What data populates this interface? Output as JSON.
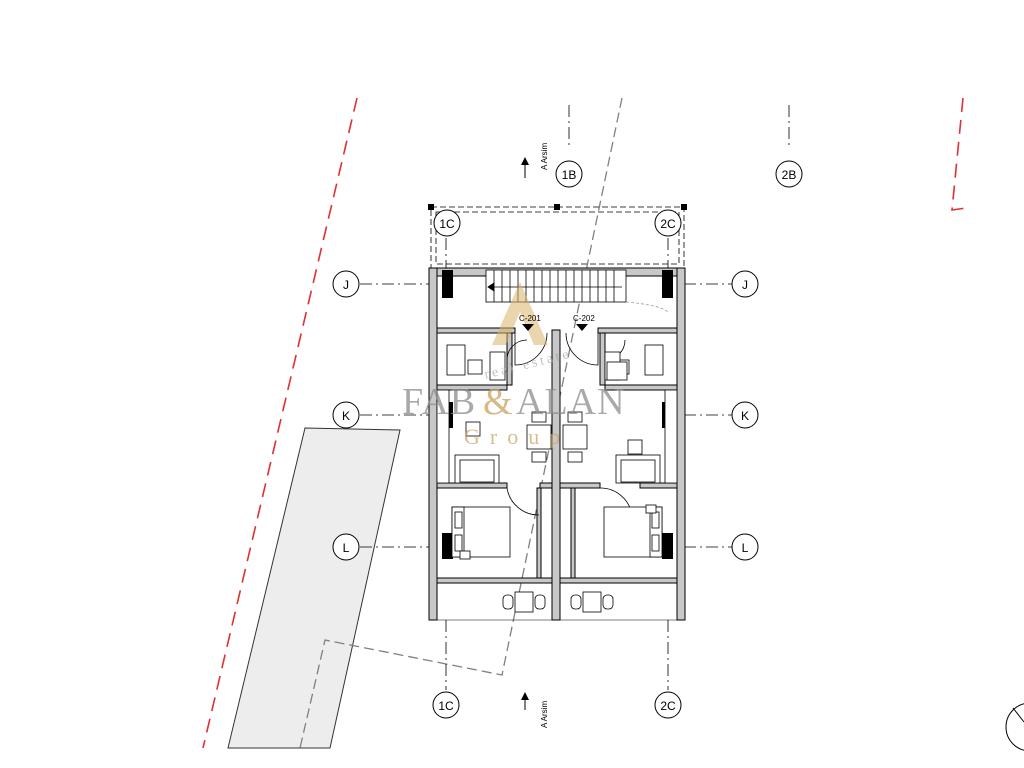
{
  "grid": {
    "columns": {
      "b1": "1B",
      "b2": "2B",
      "c1": "1C",
      "c2": "2C"
    },
    "rows": {
      "j": "J",
      "k": "K",
      "l": "L"
    }
  },
  "rooms": {
    "unit_1": "C-201",
    "unit_2": "C-202"
  },
  "section_markers": {
    "top": "A Arsim",
    "bottom": "A Arsim"
  },
  "watermark": {
    "brand_left": "FAB",
    "brand_amp": "&",
    "brand_right": "ALAN",
    "group": "Group",
    "sub": "real estate"
  },
  "colors": {
    "property_line": "#e03030",
    "section_line": "#808080",
    "wall_fill": "#c8c8c8",
    "road_fill": "#ededed",
    "watermark_gold": "#d9b26a"
  }
}
